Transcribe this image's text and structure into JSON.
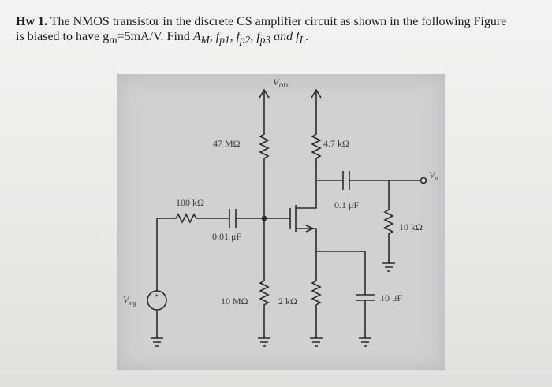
{
  "problem": {
    "hw_label": "Hw 1.",
    "line1_text": " The NMOS transistor in the discrete CS amplifier circuit as shown in the following Figure",
    "line2_text": "is biased to have g",
    "gm_sub": "m",
    "gm_value": "=5mA/V. Find ",
    "targets": "A",
    "targets_sub": "M",
    "targets_rest": ", f",
    "fp1": "p1",
    "fp2": "p2",
    "fp3": "p3",
    "and": " and f",
    "fl": "L",
    "end": "."
  },
  "circuit": {
    "vdd_label": "V",
    "vdd_sub": "DD",
    "r_gate_top": "47 MΩ",
    "r_drain": "4.7 kΩ",
    "c_out": "0.1 μF",
    "vo_label": "V",
    "vo_sub": "o",
    "r_sig": "100 kΩ",
    "c_in": "0.01 μF",
    "r_load": "10 kΩ",
    "vsig_label": "V",
    "vsig_sub": "sig",
    "r_gate_bottom": "10 MΩ",
    "r_source": "2 kΩ",
    "c_source": "10 μF"
  }
}
